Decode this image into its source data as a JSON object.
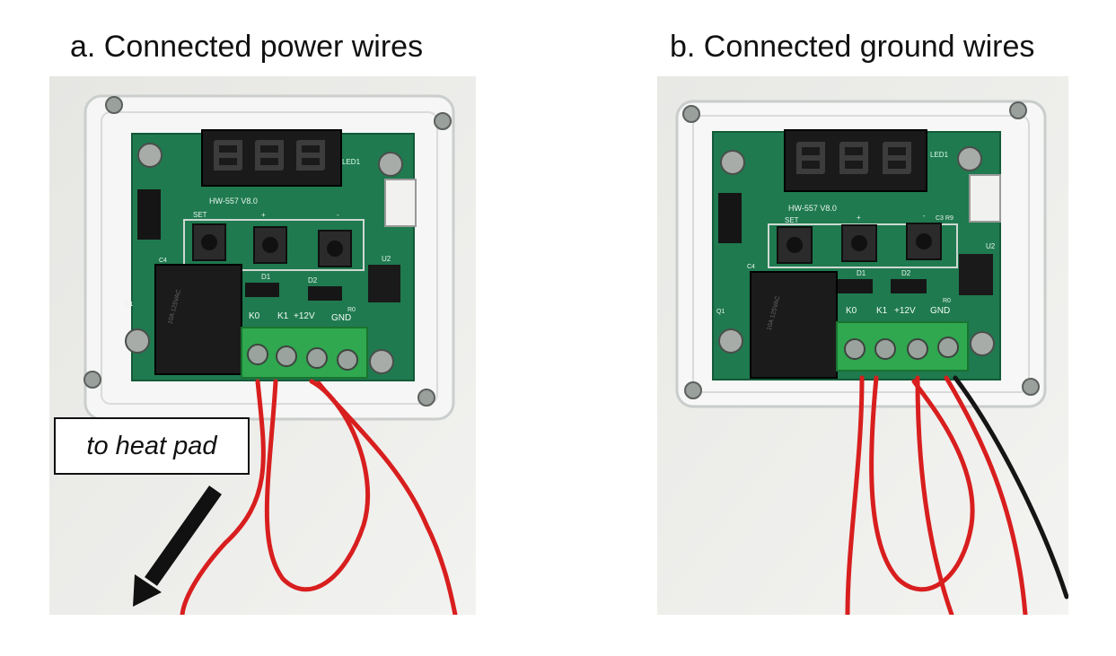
{
  "panel_a": {
    "caption": "a. Connected power wires",
    "callout": "to heat pad",
    "board": {
      "model": "HW-557  V8.0",
      "led_label": "LED1",
      "btn_labels": [
        "SET",
        "+",
        "-"
      ],
      "diode_labels": [
        "D1",
        "D2"
      ],
      "terminal_labels": [
        "K0",
        "K1",
        "+12V",
        "GND"
      ],
      "chip_label": "U2",
      "relay_text": "10A 125VAC",
      "misc_labels": [
        "C4",
        "Q1",
        "R0"
      ]
    }
  },
  "panel_b": {
    "caption": "b. Connected ground wires",
    "board": {
      "model": "HW-557  V8.0",
      "led_label": "LED1",
      "btn_labels": [
        "SET",
        "+",
        "-"
      ],
      "diode_labels": [
        "D1",
        "D2"
      ],
      "terminal_labels": [
        "K0",
        "K1",
        "+12V",
        "GND"
      ],
      "chip_label": "U2",
      "relay_text": "10A 125VAC",
      "misc_labels": [
        "C4",
        "Q1",
        "R0",
        "C3 R9"
      ]
    }
  },
  "colors": {
    "pcb": "#1f7a4f",
    "terminal": "#2fa84f",
    "wire_red": "#d81e1e",
    "wire_black": "#151515",
    "display": "#1a1a1a",
    "background_photo": "#ececea"
  }
}
